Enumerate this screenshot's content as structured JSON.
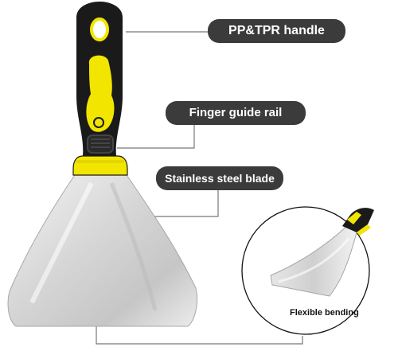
{
  "labels": {
    "handle": "PP&TPR handle",
    "finger_guide": "Finger guide rail",
    "blade": "Stainless steel blade",
    "flexible": "Flexible bending"
  },
  "colors": {
    "handle_black": "#1a1a1a",
    "handle_yellow": "#f2e500",
    "blade_steel": "#dcdcdc",
    "label_bg": "#3b3b3b",
    "label_text": "#ffffff",
    "leader_line": "#777777"
  },
  "icons": {
    "tool": "putty-knife-illustration",
    "detail": "flexible-blade-detail-circle"
  }
}
